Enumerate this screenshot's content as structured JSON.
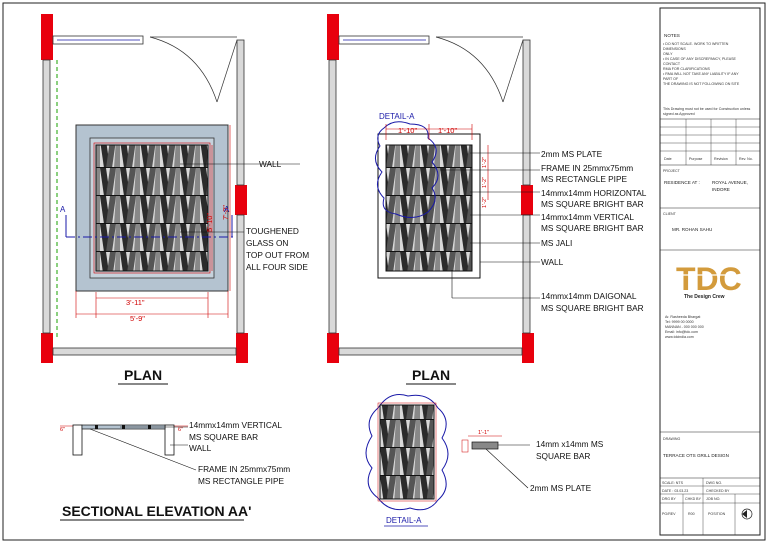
{
  "plan_left": {
    "title": "PLAN",
    "labels": {
      "wall": "WALL",
      "glass": [
        "TOUGHENED",
        "GLASS ON",
        "TOP OUT FROM",
        "ALL FOUR SIDE"
      ]
    },
    "dims": {
      "inner_width": "3'-11\"",
      "outer_width": "5'-9\"",
      "inner_height": "5'-10\"",
      "outer_height": "7'-8\"",
      "section_a_left": "A",
      "section_a_right": "A"
    }
  },
  "plan_right": {
    "title": "PLAN",
    "detail_label": "DETAIL-A",
    "dims": {
      "top_left": "1'-10\"",
      "top_right": "1'-10\"",
      "side_1": "1'-2\"",
      "side_2": "1'-2\"",
      "side_3": "1'-2\""
    },
    "labels": [
      "2mm MS PLATE",
      "FRAME IN 25mmx75mm",
      "MS RECTANGLE PIPE",
      "14mmx14mm HORIZONTAL",
      "MS SQUARE BRIGHT BAR",
      "14mmx14mm VERTICAL",
      "MS SQUARE BRIGHT BAR",
      "MS JALI",
      "WALL",
      "14mmx14mm DAIGONAL",
      "MS SQUARE BRIGHT BAR"
    ]
  },
  "section": {
    "title": "SECTIONAL ELEVATION AA'",
    "dims": {
      "left": "6\"",
      "right": "6\""
    },
    "labels": [
      "14mmx14mm VERTICAL",
      "MS SQUARE BAR",
      "WALL",
      "FRAME IN 25mmx75mm",
      "MS RECTANGLE PIPE"
    ]
  },
  "detail": {
    "title": "DETAIL-A",
    "dims": {
      "bar": "1'-1\""
    },
    "labels": [
      "14mm x14mm MS",
      "SQUARE BAR",
      "2mm MS PLATE"
    ]
  },
  "title_block": {
    "notes_heading": "NOTES",
    "notes": [
      "• DO NOT SCALE. WORK TO WRITTEN",
      "  DIMENSIONS",
      "  ONLY",
      "• IN CASE OF ANY DISCREPANCY, PLEASE",
      "  CONTACT",
      "  RMA FOR CLARIFICATIONS",
      "• RMA WILL NOT TAKE ANY LIABILITY IF ANY",
      "  PART OF",
      "  THE DRAWING IS NOT FOLLOWING ON SITE"
    ],
    "construction_note": [
      "This Drawing must not be used for Construction unless",
      "signed as Approved"
    ],
    "rev_headers": [
      "Date",
      "Purpose",
      "Revision",
      "Rev. No."
    ],
    "project_heading": "PROJECT",
    "project_name": "RESIDENCE AT :",
    "project_address": [
      "ROYAL AVENUE,",
      "INDORE"
    ],
    "client_heading": "CLIENT",
    "client_name": "MR. ROHAN SAHU",
    "logo_text": "TDC",
    "logo_subtitle": "The Design Crew",
    "firm_details": [
      "Ar. Rasheeda Bhargat",
      "Tel: 9999 00 0000",
      "MANNAN - 000 000 000",
      "Email: info@tdc.com",
      "www.tdcindia.com"
    ],
    "drawing_heading": "DRAWING",
    "drawing_title": "TERRACE OTS GRILL DESIGN",
    "bottom_rows": [
      [
        "SCALE: NTS",
        "DWG NO."
      ],
      [
        "DATE : 03.03.23",
        "CHECKED BY"
      ],
      [
        "DRG BY",
        "CHKD BY",
        "JOB NO."
      ],
      [
        "PG/REV",
        "R00",
        "POSITION"
      ]
    ]
  },
  "colors": {
    "line": "#111111",
    "dimension": "#d00000",
    "wall_block": "#e8000d",
    "glass": "#b4c3d0",
    "jali_dark": "#2b2b2b",
    "detail_cloud": "#1a1aa8",
    "logo": "#d39b3c"
  }
}
